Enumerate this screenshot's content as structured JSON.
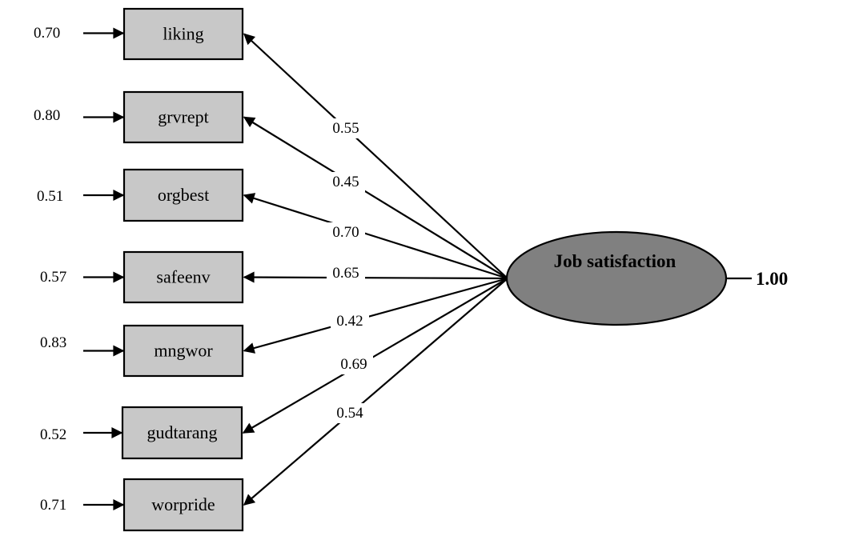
{
  "factor": {
    "label": "Job satisfaction",
    "fill_color": "#808080",
    "variance": "1.00"
  },
  "indicators": [
    {
      "name": "liking",
      "error": "0.70",
      "loading": "0.55"
    },
    {
      "name": "grvrept",
      "error": "0.80",
      "loading": "0.45"
    },
    {
      "name": "orgbest",
      "error": "0.51",
      "loading": "0.70"
    },
    {
      "name": "safeenv",
      "error": "0.57",
      "loading": "0.65"
    },
    {
      "name": "mngwor",
      "error": "0.83",
      "loading": "0.42"
    },
    {
      "name": "gudtarang",
      "error": "0.52",
      "loading": "0.69"
    },
    {
      "name": "worpride",
      "error": "0.71",
      "loading": "0.54"
    }
  ],
  "colors": {
    "box_fill": "#c8c8c8",
    "ellipse_fill": "#808080",
    "stroke": "#000000"
  }
}
